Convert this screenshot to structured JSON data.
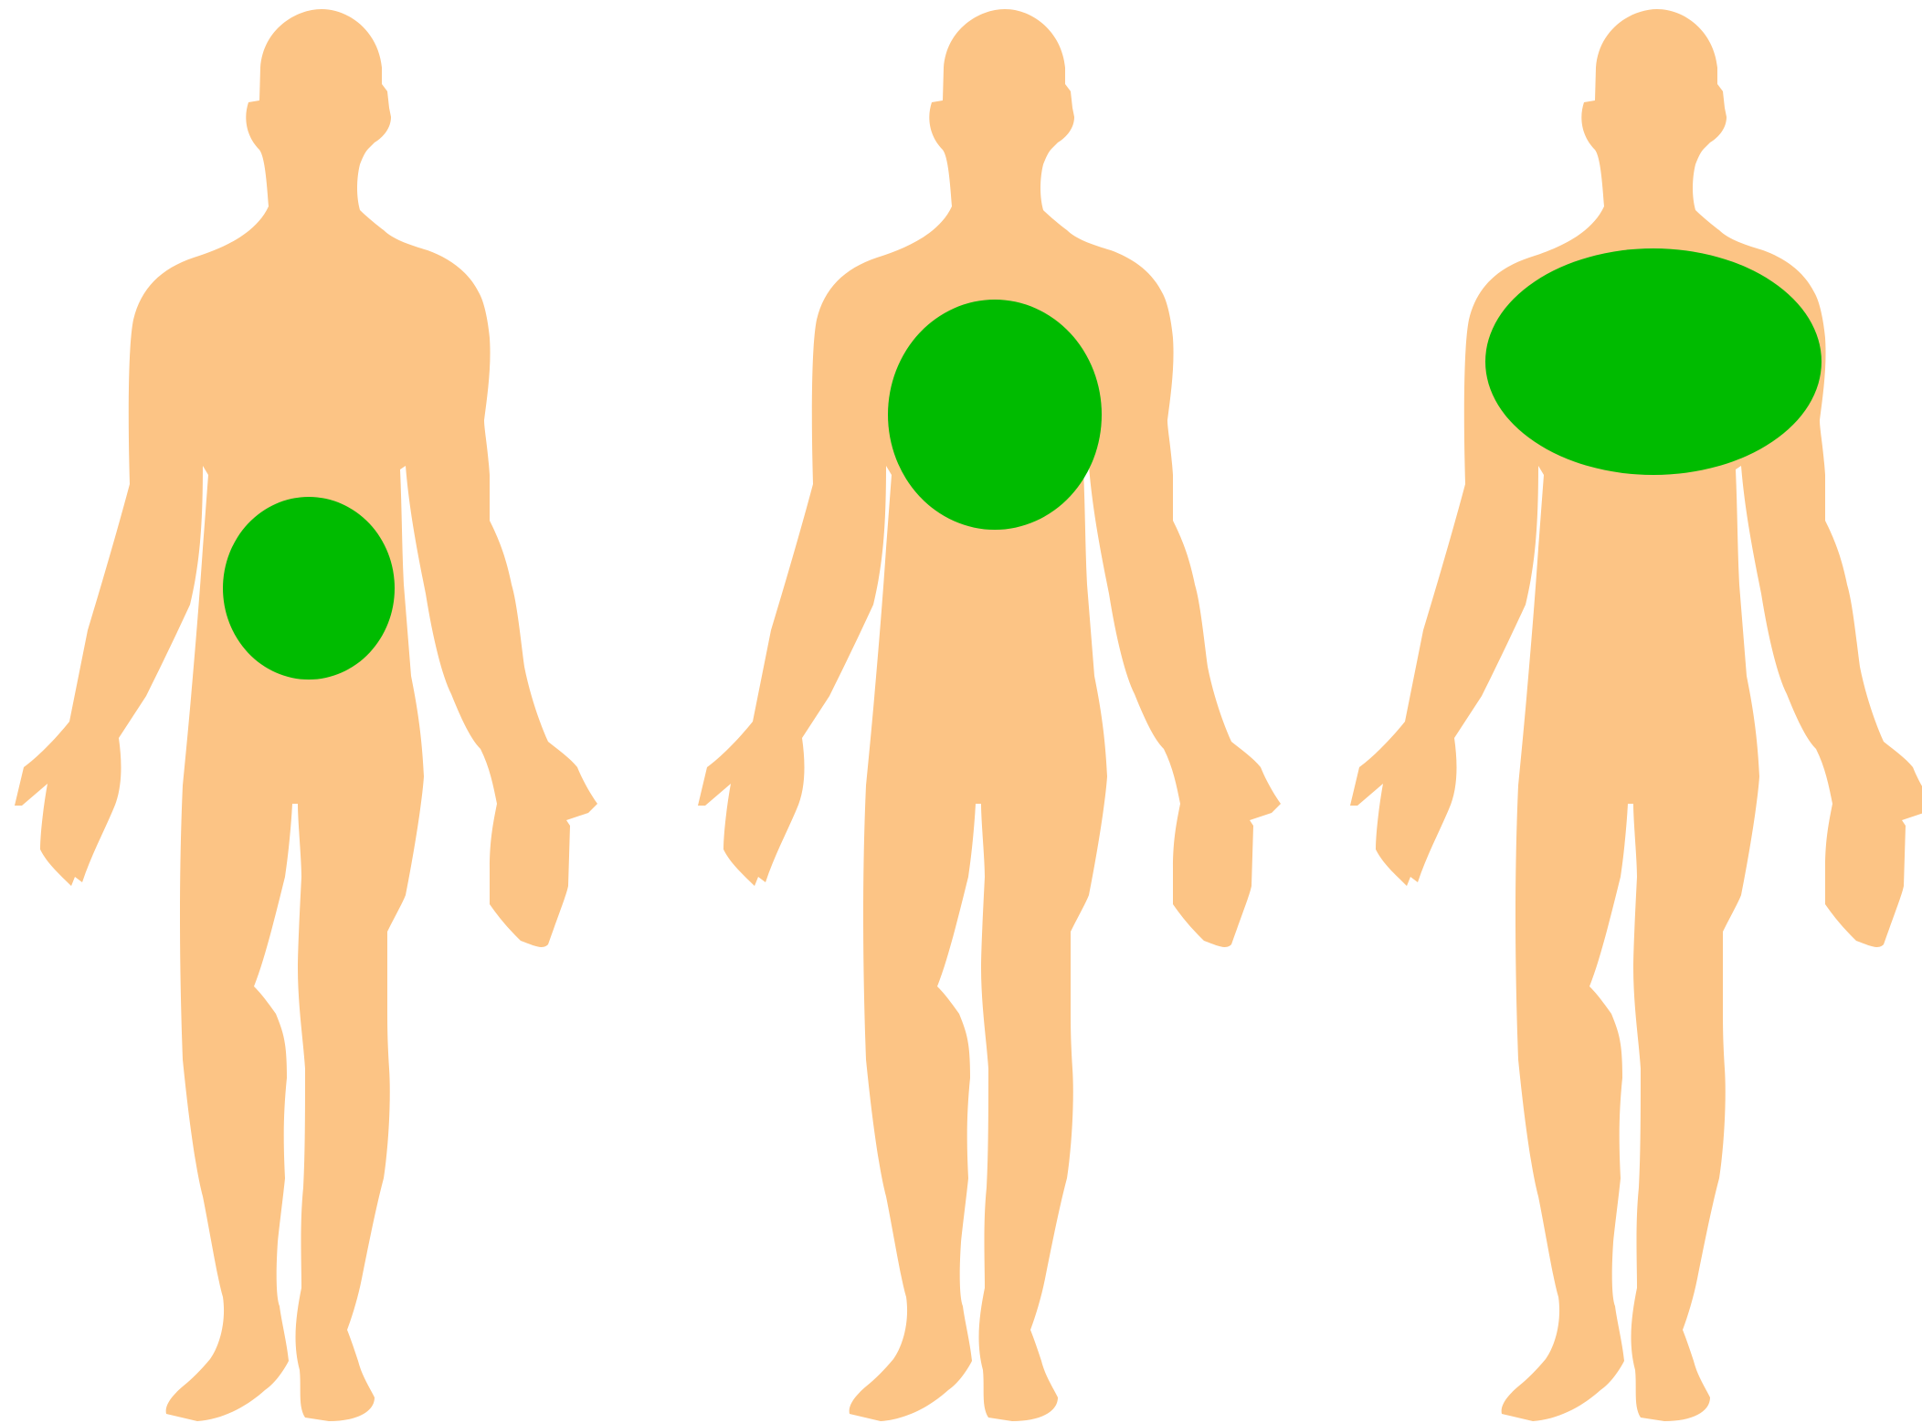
{
  "colors": {
    "background": "#ffffff",
    "skin": "#FCC485",
    "highlight": "#00BB00"
  },
  "figures": [
    {
      "id": "figure-1",
      "highlight_region": "abdomen",
      "highlight_shape": "circle"
    },
    {
      "id": "figure-2",
      "highlight_region": "chest",
      "highlight_shape": "circle"
    },
    {
      "id": "figure-3",
      "highlight_region": "upper-torso",
      "highlight_shape": "ellipse"
    }
  ]
}
